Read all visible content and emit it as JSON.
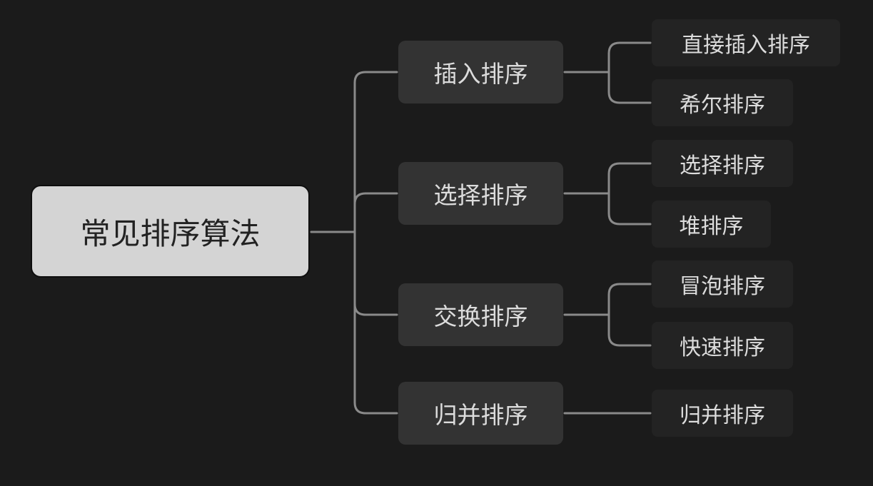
{
  "root": {
    "label": "常见排序算法"
  },
  "branches": [
    {
      "label": "插入排序",
      "children": [
        "直接插入排序",
        "希尔排序"
      ]
    },
    {
      "label": "选择排序",
      "children": [
        "选择排序",
        "堆排序"
      ]
    },
    {
      "label": "交换排序",
      "children": [
        "冒泡排序",
        "快速排序"
      ]
    },
    {
      "label": "归并排序",
      "children": [
        "归并排序"
      ]
    }
  ],
  "colors": {
    "background": "#1b1b1b",
    "root_fill": "#d4d4d4",
    "branch_fill": "#333333",
    "leaf_fill": "#232323",
    "connector": "#8a8a8a",
    "text_light": "#dcdcdc",
    "text_dark": "#222222"
  }
}
